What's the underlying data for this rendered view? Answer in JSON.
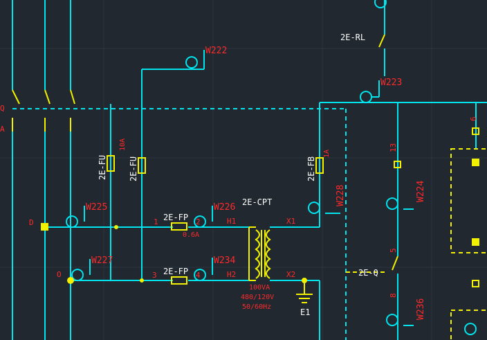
{
  "wires": {
    "w222": "W222",
    "w223": "W223",
    "w225": "W225",
    "w226": "W226",
    "w227": "W227",
    "w228": "W228",
    "w224": "W224",
    "w234": "W234",
    "w236": "W236"
  },
  "components": {
    "relay": "2E-RL",
    "cpt": "2E-CPT",
    "fuse_top": "2E-FP",
    "fuse_bottom": "2E-FP",
    "fuse_rating": "0.6A",
    "fuse_1a": "2E-FU",
    "fuse_1b": "2E-FU",
    "fuse_2": "2E-FB",
    "fuse_1a_rating": "10A",
    "fuse_2_rating": "1A",
    "switch_q": "2E-Q",
    "transformer_rating": "100VA",
    "transformer_voltage": "480/120V",
    "transformer_freq": "50/60Hz",
    "ground": "E1"
  },
  "terminals": {
    "h1": "H1",
    "h2": "H2",
    "x1": "X1",
    "x2": "X2",
    "n1": "1",
    "n2": "2",
    "n3": "3",
    "n4": "4",
    "n5": "5",
    "n6": "6",
    "n13": "13",
    "n8": "8",
    "d_label": "D",
    "o_label": "O",
    "q_label": "Q",
    "a_label": "A"
  },
  "colors": {
    "background": "#212830",
    "wire": "#00e5ee",
    "component": "#f2f200",
    "label": "#ff2a2a",
    "grid": "#2c343e",
    "white": "#ffffff"
  }
}
